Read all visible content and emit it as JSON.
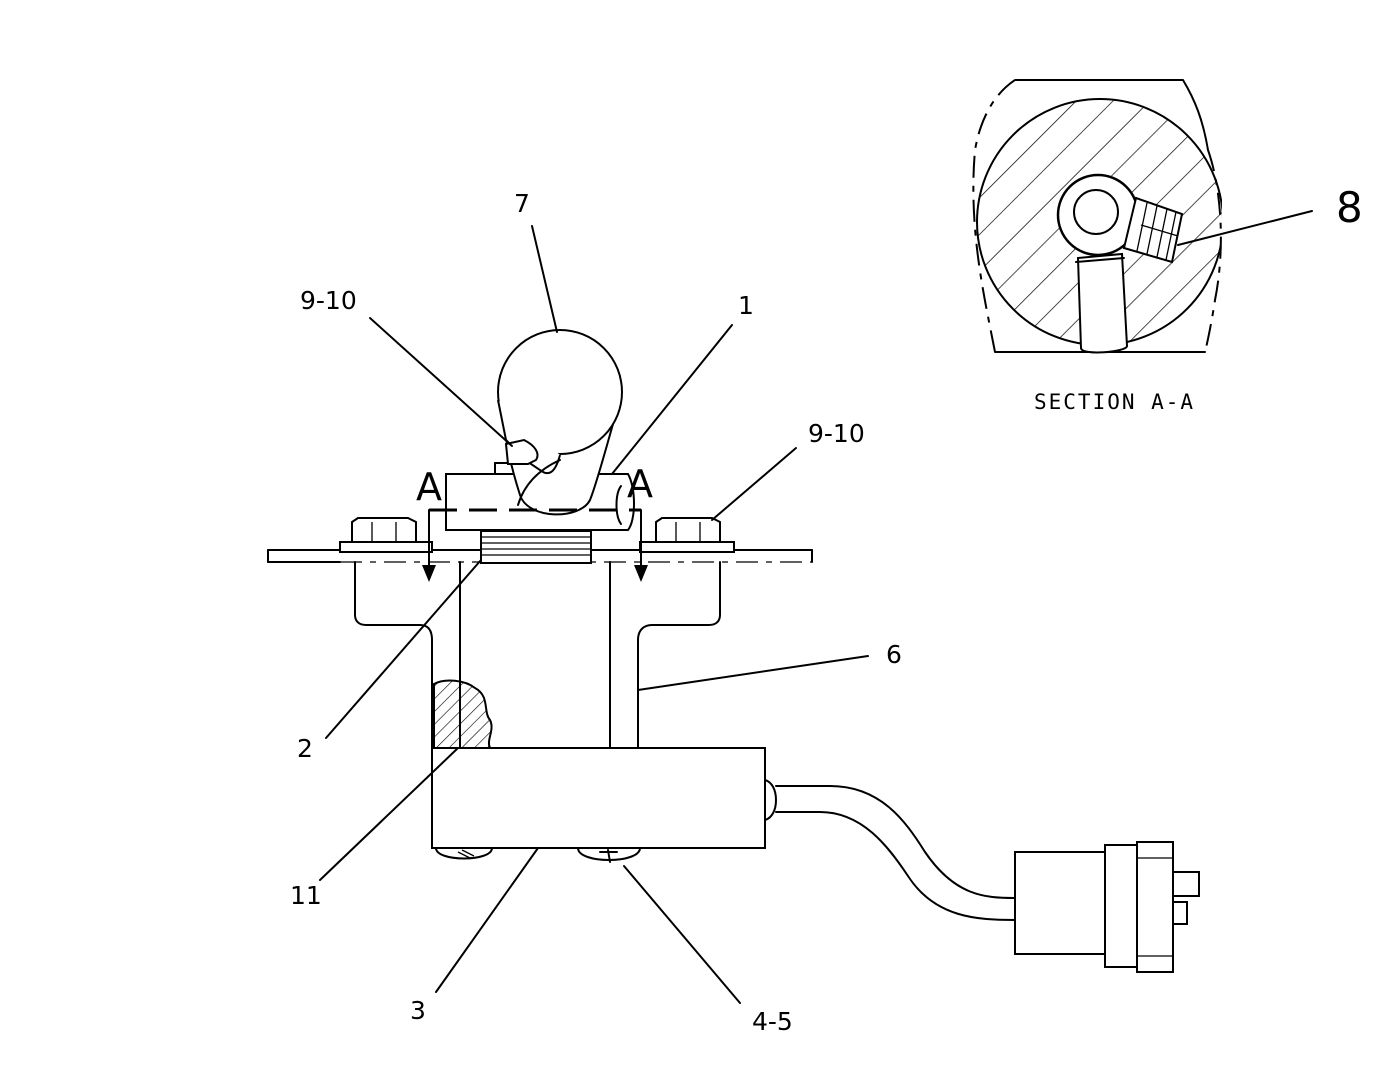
{
  "labels": {
    "l7": "7",
    "l9_10_left": "9-10",
    "l1": "1",
    "l9_10_right": "9-10",
    "l6": "6",
    "l2": "2",
    "l11": "11",
    "l3": "3",
    "l4_5": "4-5",
    "l8": "8"
  },
  "section_markers": {
    "left": "A",
    "right": "A"
  },
  "section_caption": "SECTION A-A"
}
